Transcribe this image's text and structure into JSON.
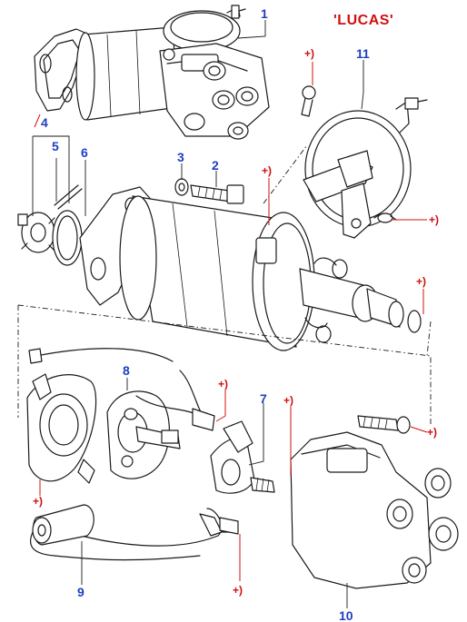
{
  "brand_label": "'LUCAS'",
  "callouts": {
    "c1": "1",
    "c2": "2",
    "c3": "3",
    "c4": "4",
    "c5": "5",
    "c6": "6",
    "c7": "7",
    "c8": "8",
    "c9": "9",
    "c10": "10",
    "c11": "11"
  },
  "note_marker": "+)",
  "colors": {
    "callout_number": "#1f3fbf",
    "note_marker": "#d01010",
    "brand_label": "#d01010",
    "linework": "#1a1a1a"
  }
}
